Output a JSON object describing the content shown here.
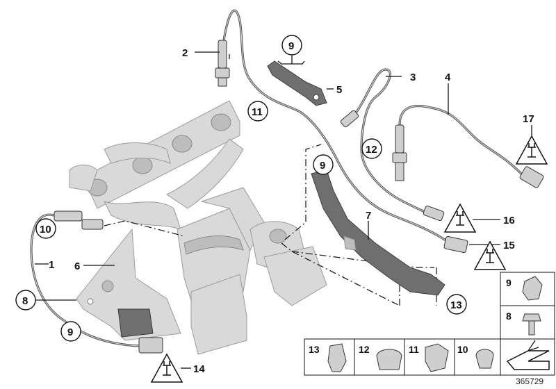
{
  "diagram": {
    "reference_number": "365729",
    "callouts": {
      "c1": "1",
      "c2": "2",
      "c3": "3",
      "c4": "4",
      "c5": "5",
      "c6": "6",
      "c7": "7",
      "c8": "8",
      "c9a": "9",
      "c9b": "9",
      "c9c": "9",
      "c10": "10",
      "c11": "11",
      "c12": "12",
      "c13": "13",
      "c14": "14",
      "c15": "15",
      "c16": "16",
      "c17": "17"
    },
    "legend": {
      "row1": {
        "label": "9"
      },
      "row2": {
        "label": "8"
      },
      "bottom": [
        "13",
        "12",
        "11",
        "10"
      ]
    },
    "icons": [
      "warning-plug-icon",
      "clip-icon",
      "bolt-icon",
      "arrow-symbol-icon"
    ]
  }
}
